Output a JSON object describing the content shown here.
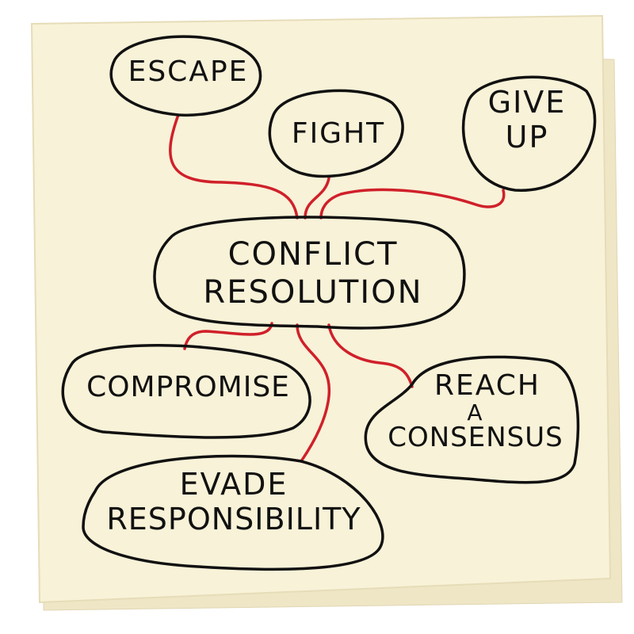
{
  "diagram": {
    "type": "mind-map",
    "center": {
      "label_line1": "CONFLICT",
      "label_line2": "RESOLUTION"
    },
    "nodes": [
      {
        "id": "escape",
        "label": "ESCAPE"
      },
      {
        "id": "fight",
        "label": "FIGHT"
      },
      {
        "id": "give-up",
        "label_line1": "GIVE",
        "label_line2": "UP"
      },
      {
        "id": "compromise",
        "label": "COMPROMISE"
      },
      {
        "id": "reach-consensus",
        "label_line1": "REACH",
        "label_line2": "A",
        "label_line3": "CONSENSUS"
      },
      {
        "id": "evade-responsibility",
        "label_line1": "EVADE",
        "label_line2": "RESPONSIBILITY"
      }
    ],
    "colors": {
      "paper": "#f8f2d8",
      "paper_shadow": "#e8dfbd",
      "ink": "#111111",
      "connector": "#d0202a"
    }
  }
}
